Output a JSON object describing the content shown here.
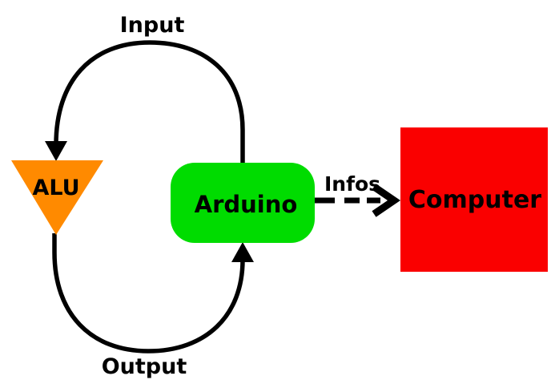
{
  "diagram": {
    "title": "Arduino data-flow diagram",
    "background_color": "#ffffff",
    "line_color": "#000000",
    "nodes": {
      "alu": {
        "label": "ALU",
        "shape": "triangle-down",
        "fill": "#ff8a00",
        "text_color": "#000000"
      },
      "arduino": {
        "label": "Arduino",
        "shape": "rounded-rectangle",
        "fill": "#00dc00",
        "text_color": "#000000"
      },
      "computer": {
        "label": "Computer",
        "shape": "rectangle",
        "fill": "#fa0000",
        "text_color": "#000000"
      }
    },
    "edges": {
      "input": {
        "label": "Input",
        "from": "Arduino",
        "to": "ALU",
        "style": "solid-curved-arrow"
      },
      "output": {
        "label": "Output",
        "from": "ALU",
        "to": "Arduino",
        "style": "solid-curved-arrow"
      },
      "infos": {
        "label": "Infos",
        "from": "Arduino",
        "to": "Computer",
        "style": "dashed-arrow"
      }
    }
  }
}
